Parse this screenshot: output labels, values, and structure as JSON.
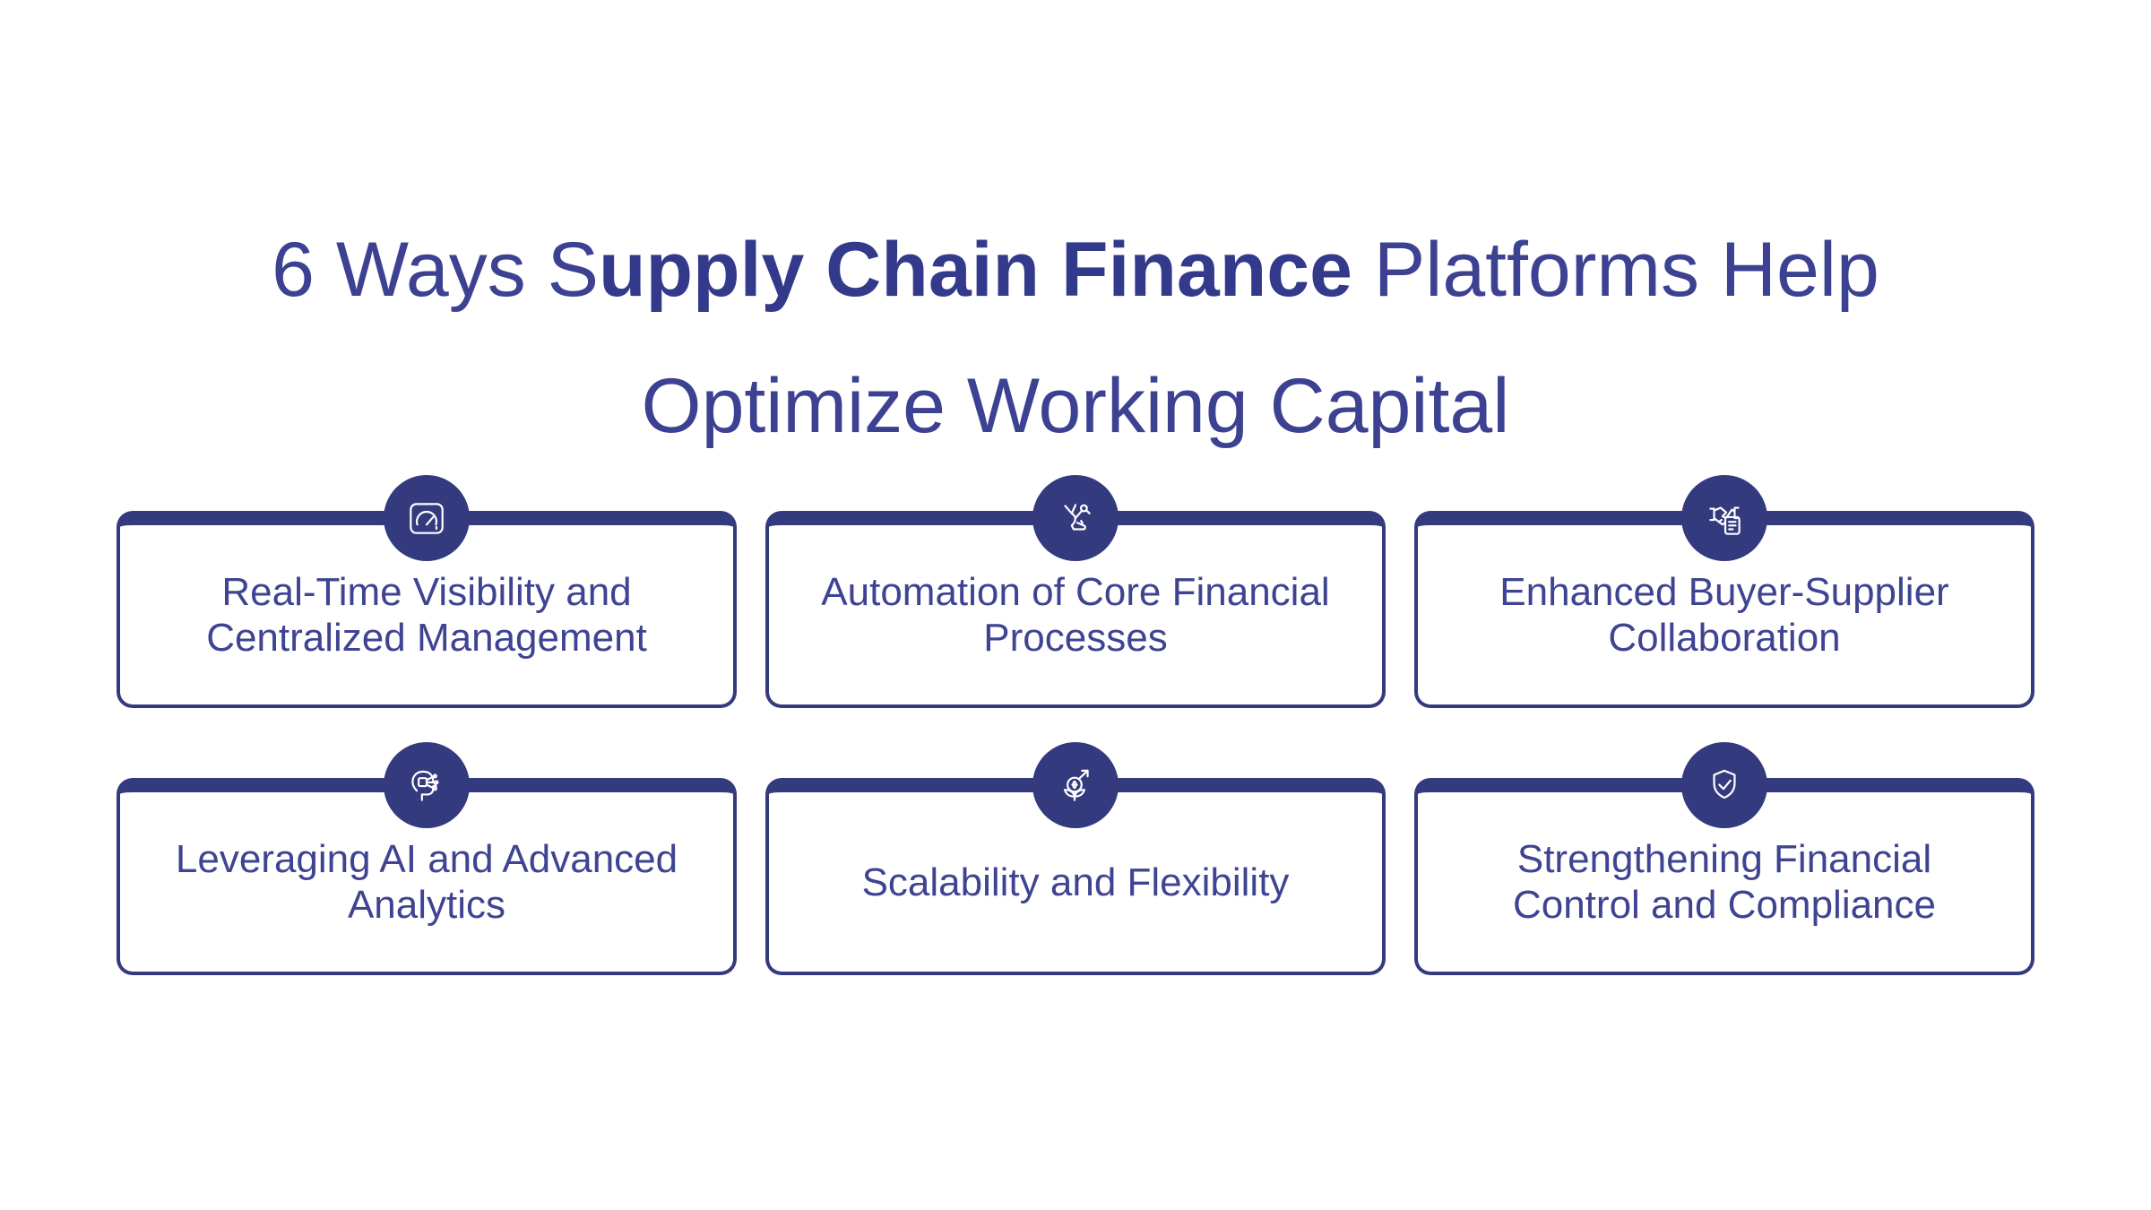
{
  "page": {
    "background": "#ffffff"
  },
  "theme": {
    "accent": "#343a7e",
    "title_color": "#3c4191",
    "title_bold_color": "#333a8c",
    "card_text_color": "#3e4492",
    "icon_stroke": "#ffffff"
  },
  "title": {
    "part1": "6 Ways S",
    "part2": "upply Chain Finance",
    "part3": " Platforms Help",
    "line2": "Optimize Working Capital"
  },
  "cards": [
    {
      "title": "Real-Time Visibility and Centralized Management",
      "icon": "speedometer"
    },
    {
      "title": "Automation of Core Financial Processes",
      "icon": "robotic-arm"
    },
    {
      "title": "Enhanced Buyer-Supplier Collaboration",
      "icon": "handshake-document"
    },
    {
      "title": "Leveraging AI and Advanced Analytics",
      "icon": "ai-head"
    },
    {
      "title": "Scalability and Flexibility",
      "icon": "growth-plant"
    },
    {
      "title": "Strengthening Financial Control and Compliance",
      "icon": "shield-check"
    }
  ]
}
